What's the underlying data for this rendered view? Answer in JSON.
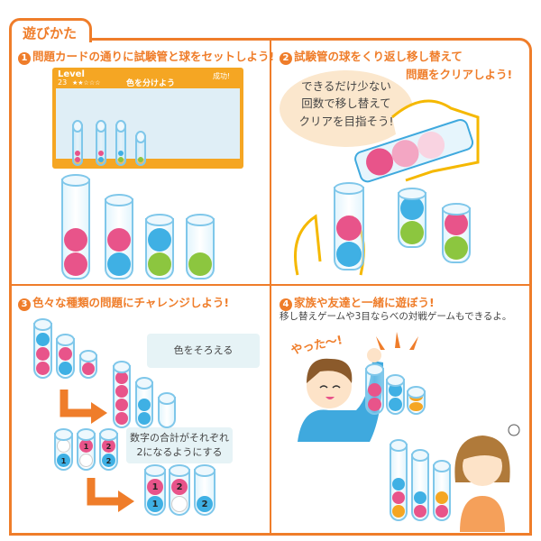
{
  "title": "遊びかた",
  "steps": [
    {
      "num": "1",
      "text": "問題カードの通りに試験管と球をセットしよう!"
    },
    {
      "num": "2",
      "text": "試験管の球をくり返し移し替えて",
      "text2": "問題をクリアしよう!"
    },
    {
      "num": "3",
      "text": "色々な種類の問題にチャレンジしよう!"
    },
    {
      "num": "4",
      "text": "家族や友達と一緒に遊ぼう!",
      "sub": "移し替えゲームや3目ならべの対戦ゲームもできるよ。"
    }
  ],
  "card": {
    "level_label": "Level",
    "level": "23",
    "stars": "★★☆☆☆",
    "mission": "色を分けよう",
    "result": "成功!"
  },
  "bubble": {
    "line1": "できるだけ少ない",
    "line2": "回数で移し替えて",
    "line3": "クリアを目指そう!"
  },
  "labels": {
    "color": "色をそろえる",
    "sum1": "数字の合計がそれぞれ",
    "sum2": "2になるようにする"
  },
  "shout": "やった〜!",
  "colors": {
    "accent": "#ef7d2a",
    "pink": "#e8548a",
    "blue": "#3fb0e4",
    "green": "#8cc63f",
    "yellow": "#f5a623"
  }
}
